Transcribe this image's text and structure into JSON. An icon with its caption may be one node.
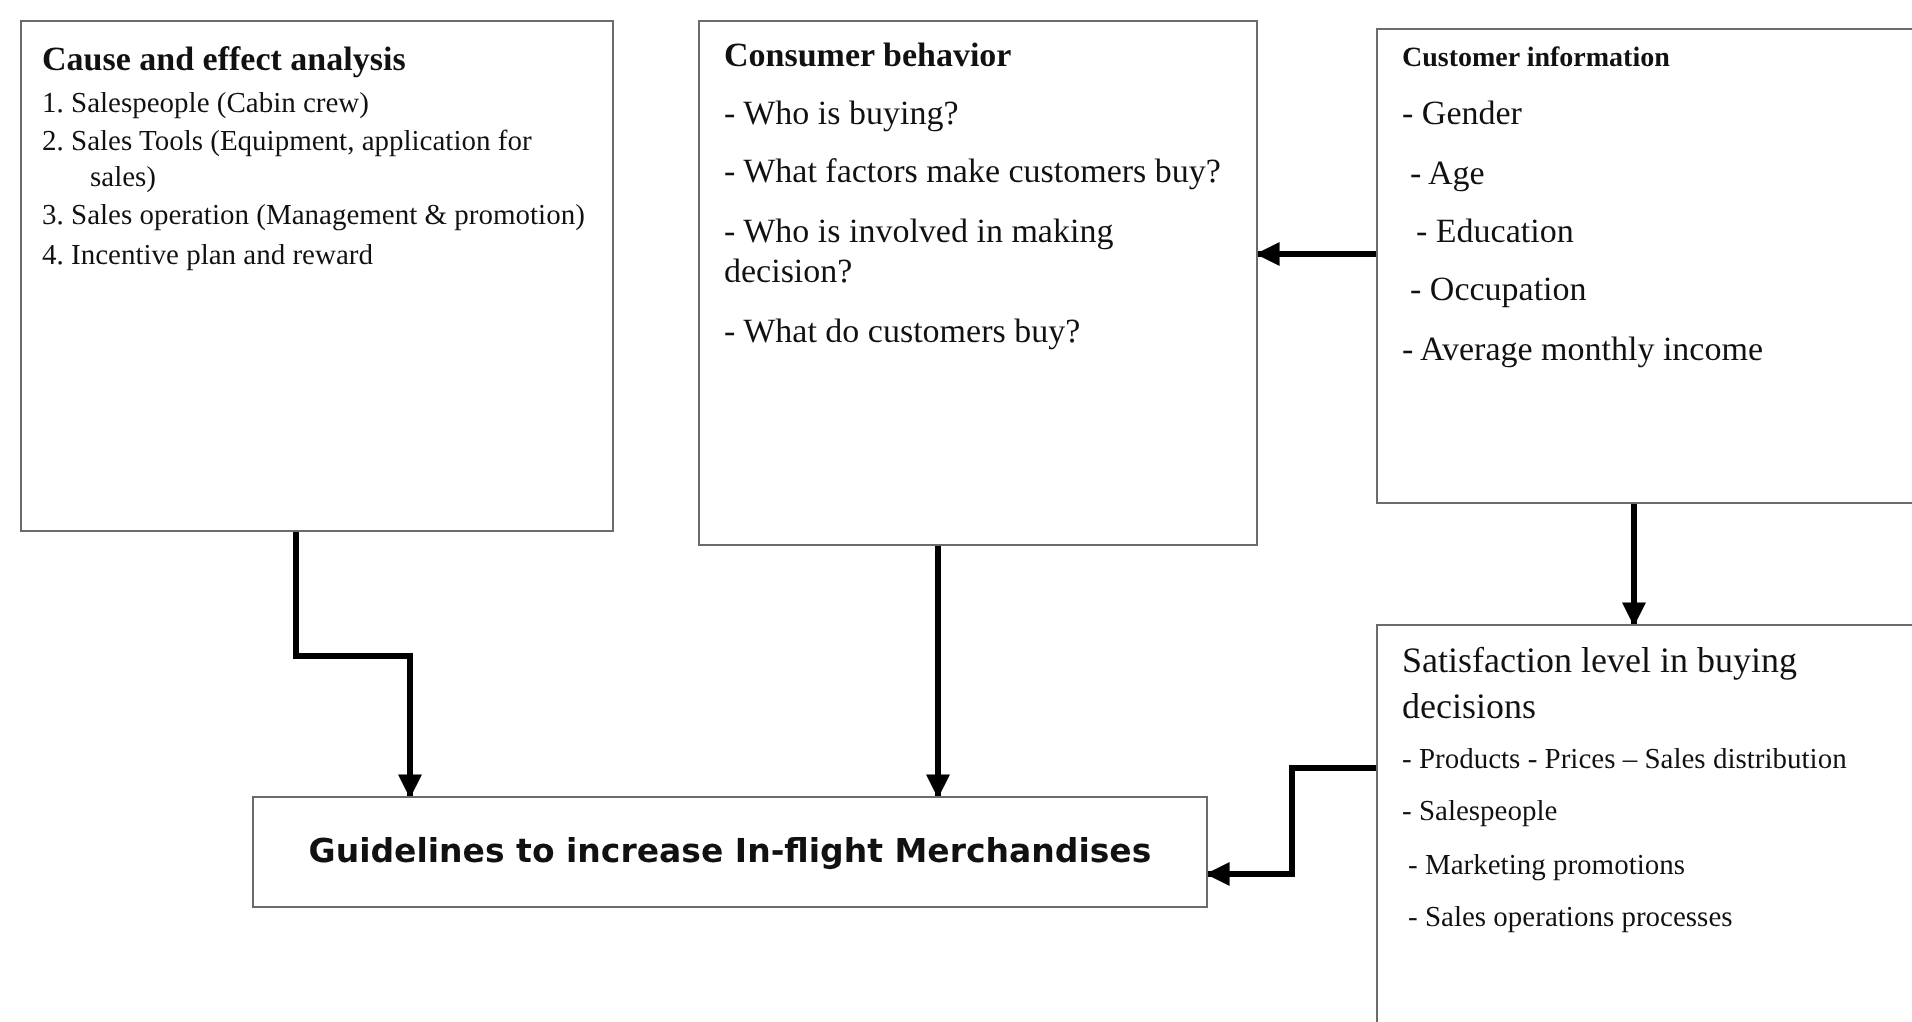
{
  "diagram": {
    "nodes": [
      {
        "text": [
          "Cause and effect analysis",
          "1. Salespeople (Cabin crew)",
          "2. Sales Tools (Equipment, application for sales)",
          "3. Sales operation (Management & promotion)",
          "4. Incentive plan and reward"
        ]
      },
      {
        "text": [
          "Consumer behavior",
          "- Who is buying?",
          "- What factors make customers buy?",
          "- Who is involved in making decision?",
          "- What do customers buy?"
        ]
      },
      {
        "text": [
          "Customer information",
          "- Gender",
          "- Age",
          "- Education",
          "- Occupation",
          "- Average monthly income"
        ]
      },
      {
        "text": [
          "Satisfaction level in buying decisions",
          "- Products - Prices – Sales distribution",
          "- Salespeople",
          "- Marketing promotions",
          "- Sales operations processes"
        ]
      },
      {
        "text": [
          "Guidelines to increase In-flight Merchandises"
        ]
      }
    ],
    "edges": [
      {
        "from": 2,
        "to": 1,
        "arrow": "to"
      },
      {
        "from": 2,
        "to": 3,
        "arrow": "to"
      },
      {
        "from": 0,
        "to": 4,
        "arrow": "to"
      },
      {
        "from": 1,
        "to": 4,
        "arrow": "to"
      },
      {
        "from": 3,
        "to": 4,
        "arrow": "to"
      }
    ]
  }
}
